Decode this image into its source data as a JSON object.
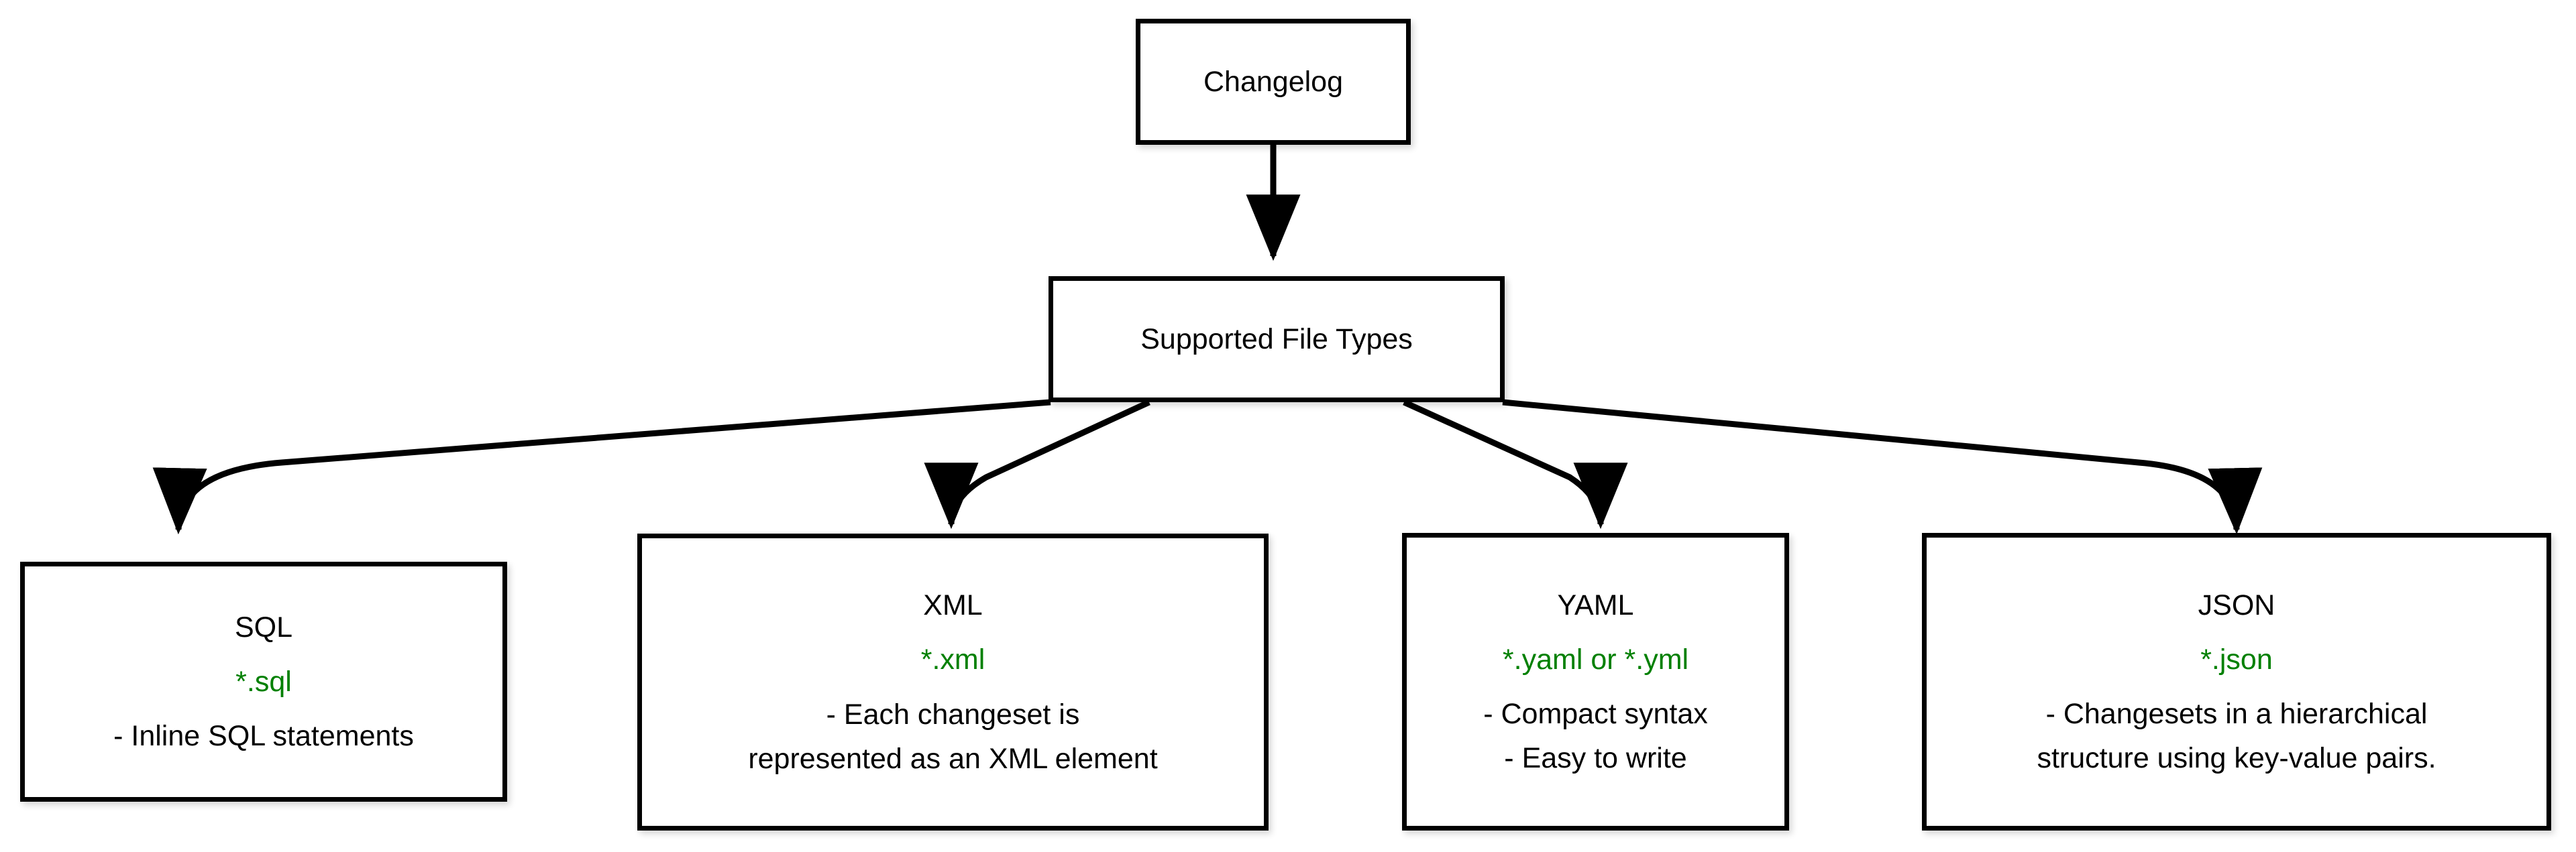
{
  "diagram": {
    "type": "flowchart",
    "direction": "top-down",
    "background_color": "#ffffff",
    "node_border_color": "#000000",
    "accent_color": "#008000",
    "text_color": "#000000"
  },
  "nodes": {
    "root": {
      "id": "changelog",
      "label": "Changelog"
    },
    "supported": {
      "id": "supported-file-types",
      "label": "Supported File Types"
    },
    "leaves": [
      {
        "id": "sql",
        "title": "SQL",
        "extension": "*.sql",
        "description_lines": [
          "- Inline SQL statements"
        ]
      },
      {
        "id": "xml",
        "title": "XML",
        "extension": "*.xml",
        "description_lines": [
          "- Each changeset is",
          "represented as an XML element"
        ]
      },
      {
        "id": "yaml",
        "title": "YAML",
        "extension": "*.yaml or *.yml",
        "description_lines": [
          "- Compact syntax",
          "- Easy to write"
        ]
      },
      {
        "id": "json",
        "title": "JSON",
        "extension": "*.json",
        "description_lines": [
          "- Changesets in a hierarchical",
          "structure using key-value pairs."
        ]
      }
    ]
  },
  "edges": [
    {
      "id": "edge-changelog-supported",
      "from": "changelog",
      "to": "supported-file-types",
      "style": "straight-arrow"
    },
    {
      "id": "edge-supported-sql",
      "from": "supported-file-types",
      "to": "sql",
      "style": "curved-arrow"
    },
    {
      "id": "edge-supported-xml",
      "from": "supported-file-types",
      "to": "xml",
      "style": "curved-arrow"
    },
    {
      "id": "edge-supported-yaml",
      "from": "supported-file-types",
      "to": "yaml",
      "style": "curved-arrow"
    },
    {
      "id": "edge-supported-json",
      "from": "supported-file-types",
      "to": "json",
      "style": "curved-arrow"
    }
  ]
}
